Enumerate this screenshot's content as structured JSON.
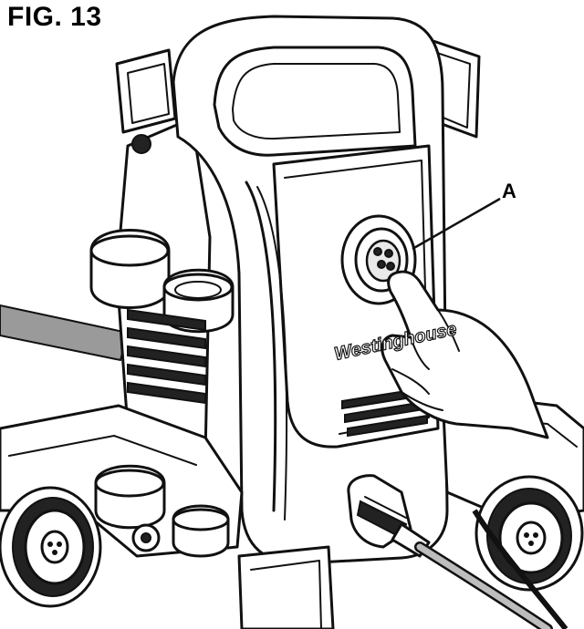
{
  "figure": {
    "title": "FIG. 13",
    "callout_label": "A",
    "brand_text": "Westinghouse"
  }
}
